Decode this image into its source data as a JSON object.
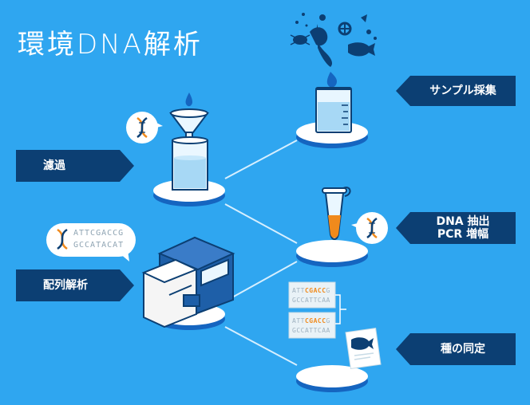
{
  "title": "環境DNA解析",
  "steps": {
    "sampling": "サンプル採集",
    "filtration": "濾過",
    "extraction_line1": "DNA 抽出",
    "extraction_line2": "PCR 増幅",
    "sequencing": "配列解析",
    "identification": "種の同定"
  },
  "sequence_bubble": {
    "line1": "ATTCGACCG",
    "line2": "GCCATACAT"
  },
  "result_cards": [
    {
      "line1_pre": "ATT",
      "line1_hl": "CGACC",
      "line1_post": "G",
      "line2": "GCCATTCAA"
    },
    {
      "line1_pre": "ATT",
      "line1_hl": "CGACC",
      "line1_post": "G",
      "line2": "GCCATTCAA"
    }
  ],
  "colors": {
    "background": "#2fa6f0",
    "label_box": "#0c3f73",
    "dna_orange": "#f08a1c",
    "platform_blue": "#1565c0"
  }
}
